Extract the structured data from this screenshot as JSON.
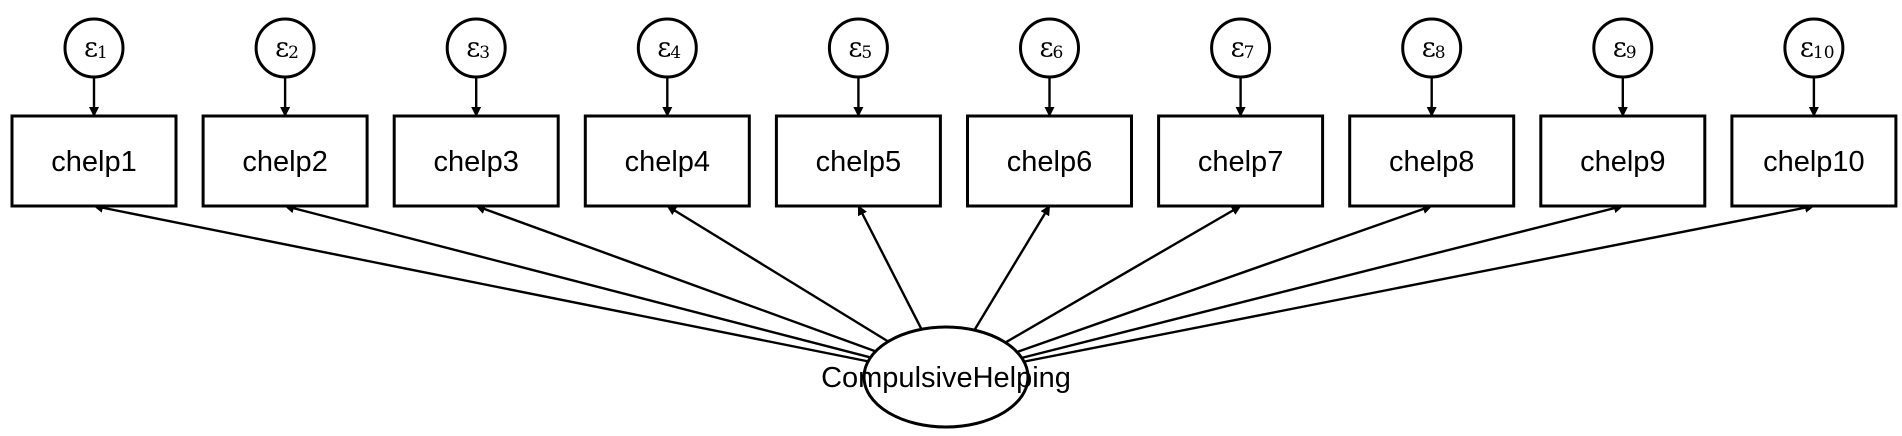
{
  "diagram": {
    "latent": {
      "label": "CompulsiveHelping"
    },
    "indicators": [
      {
        "label": "chelp1",
        "error": {
          "symbol": "ε",
          "subscript": "1"
        }
      },
      {
        "label": "chelp2",
        "error": {
          "symbol": "ε",
          "subscript": "2"
        }
      },
      {
        "label": "chelp3",
        "error": {
          "symbol": "ε",
          "subscript": "3"
        }
      },
      {
        "label": "chelp4",
        "error": {
          "symbol": "ε",
          "subscript": "4"
        }
      },
      {
        "label": "chelp5",
        "error": {
          "symbol": "ε",
          "subscript": "5"
        }
      },
      {
        "label": "chelp6",
        "error": {
          "symbol": "ε",
          "subscript": "6"
        }
      },
      {
        "label": "chelp7",
        "error": {
          "symbol": "ε",
          "subscript": "7"
        }
      },
      {
        "label": "chelp8",
        "error": {
          "symbol": "ε",
          "subscript": "8"
        }
      },
      {
        "label": "chelp9",
        "error": {
          "symbol": "ε",
          "subscript": "9"
        }
      },
      {
        "label": "chelp10",
        "error": {
          "symbol": "ε",
          "subscript": "10"
        }
      }
    ]
  }
}
